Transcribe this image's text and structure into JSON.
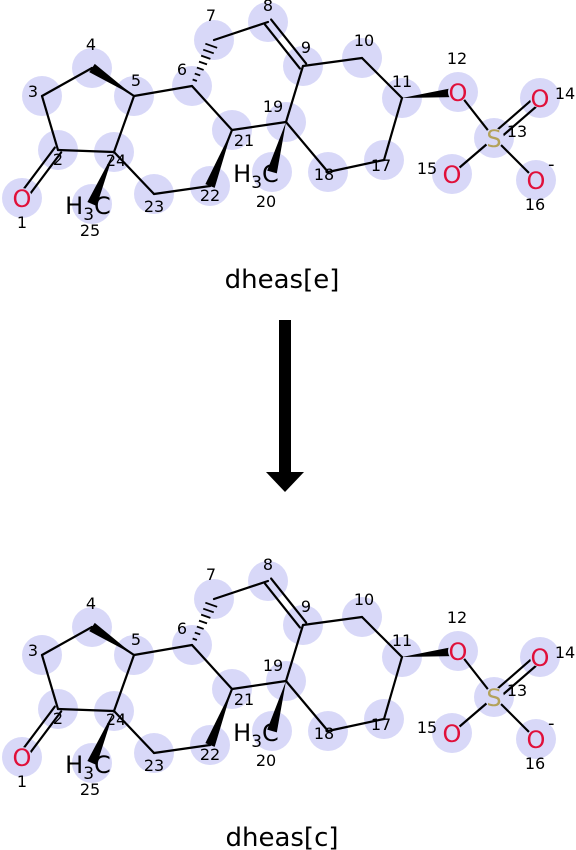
{
  "colors": {
    "highlight": "#d8d8f8",
    "oxygen": "#e0103a",
    "sulfur": "#b3a25a",
    "bond": "#000000"
  },
  "top_caption": "dheas[e]",
  "bottom_caption": "dheas[c]",
  "atoms": [
    {
      "id": "1",
      "element": "O"
    },
    {
      "id": "2",
      "element": ""
    },
    {
      "id": "3",
      "element": ""
    },
    {
      "id": "4",
      "element": ""
    },
    {
      "id": "5",
      "element": ""
    },
    {
      "id": "6",
      "element": ""
    },
    {
      "id": "7",
      "element": ""
    },
    {
      "id": "8",
      "element": ""
    },
    {
      "id": "9",
      "element": ""
    },
    {
      "id": "10",
      "element": ""
    },
    {
      "id": "11",
      "element": ""
    },
    {
      "id": "12",
      "element": "O"
    },
    {
      "id": "13",
      "element": "S"
    },
    {
      "id": "14",
      "element": "O"
    },
    {
      "id": "15",
      "element": "O"
    },
    {
      "id": "16",
      "element": "O",
      "charge": "-"
    },
    {
      "id": "17",
      "element": ""
    },
    {
      "id": "18",
      "element": ""
    },
    {
      "id": "19",
      "element": ""
    },
    {
      "id": "20",
      "element": "H3C"
    },
    {
      "id": "21",
      "element": ""
    },
    {
      "id": "22",
      "element": ""
    },
    {
      "id": "23",
      "element": ""
    },
    {
      "id": "24",
      "element": ""
    },
    {
      "id": "25",
      "element": "H3C"
    }
  ],
  "arrow": "reaction-arrow"
}
